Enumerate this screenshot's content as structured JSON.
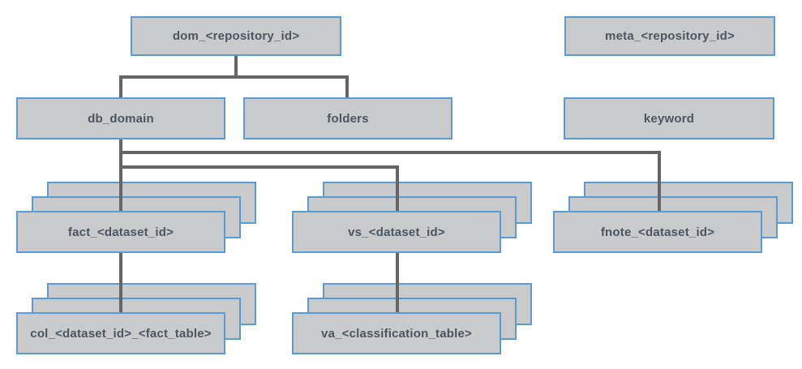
{
  "diagram": {
    "type": "database-table-hierarchy",
    "colors": {
      "box_fill": "#c8cacb",
      "box_border": "#5b9bd5",
      "connector": "#656565",
      "label_text": "#4d5660",
      "background": "#ffffff"
    },
    "nodes": {
      "dom": {
        "label": "dom_<repository_id>",
        "stacked": false
      },
      "meta": {
        "label": "meta_<repository_id>",
        "stacked": false
      },
      "db_domain": {
        "label": "db_domain",
        "stacked": false
      },
      "folders": {
        "label": "folders",
        "stacked": false
      },
      "keyword": {
        "label": "keyword",
        "stacked": false
      },
      "fact": {
        "label": "fact_<dataset_id>",
        "stacked": true
      },
      "vs": {
        "label": "vs_<dataset_id>",
        "stacked": true
      },
      "fnote": {
        "label": "fnote_<dataset_id>",
        "stacked": true
      },
      "col": {
        "label": "col_<dataset_id>_<fact_table>",
        "stacked": true
      },
      "va": {
        "label": "va_<classification_table>",
        "stacked": true
      }
    },
    "edges": [
      {
        "from": "dom",
        "to": "db_domain"
      },
      {
        "from": "dom",
        "to": "folders"
      },
      {
        "from": "db_domain",
        "to": "fact"
      },
      {
        "from": "db_domain",
        "to": "vs"
      },
      {
        "from": "db_domain",
        "to": "fnote"
      },
      {
        "from": "fact",
        "to": "col"
      },
      {
        "from": "vs",
        "to": "va"
      }
    ]
  }
}
